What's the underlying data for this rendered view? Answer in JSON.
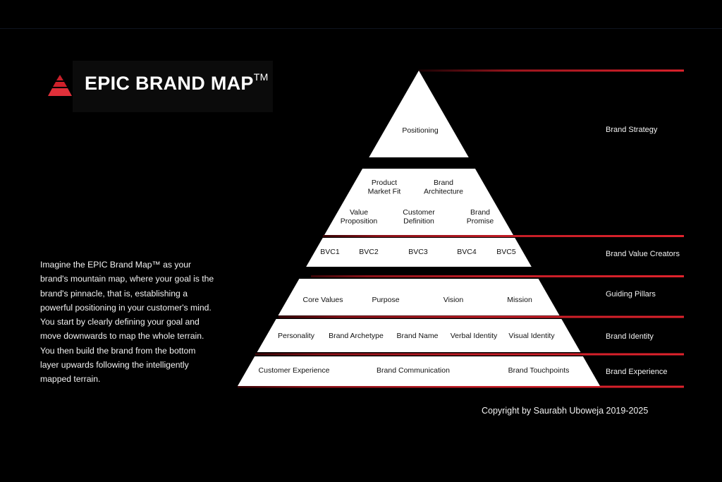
{
  "logo": {
    "name": "EPIC BRAND MAP",
    "tm": "TM"
  },
  "intro": "Imagine the EPIC Brand Map™ as your brand's mountain map, where your goal is the brand's pinnacle, that is, establishing a powerful positioning in your customer's mind. You start by clearly defining your goal and move downwards to map the whole terrain. You then build the brand from the bottom layer upwards following the intelligently mapped terrain.",
  "copyright": "Copyright by Saurabh Uboweja 2019-2025",
  "pyramid": {
    "apex": [
      "Positioning"
    ],
    "strategy_upper": [
      [
        "Product",
        "Market Fit"
      ],
      [
        "Brand",
        "Architecture"
      ]
    ],
    "strategy_lower": [
      [
        "Value",
        "Proposition"
      ],
      [
        "Customer",
        "Definition"
      ],
      [
        "Brand",
        "Promise"
      ]
    ],
    "bvc": [
      "BVC1",
      "BVC2",
      "BVC3",
      "BVC4",
      "BVC5"
    ],
    "pillars": [
      "Core Values",
      "Purpose",
      "Vision",
      "Mission"
    ],
    "identity": [
      "Personality",
      "Brand Archetype",
      "Brand Name",
      "Verbal Identity",
      "Visual Identity"
    ],
    "experience": [
      "Customer Experience",
      "Brand Communication",
      "Brand Touchpoints"
    ]
  },
  "layers": [
    "Brand Strategy",
    "Brand Value Creators",
    "Guiding Pillars",
    "Brand Identity",
    "Brand Experience"
  ],
  "colors": {
    "accent": "#d0202a",
    "fill": "#ffffff",
    "background": "#000000"
  }
}
